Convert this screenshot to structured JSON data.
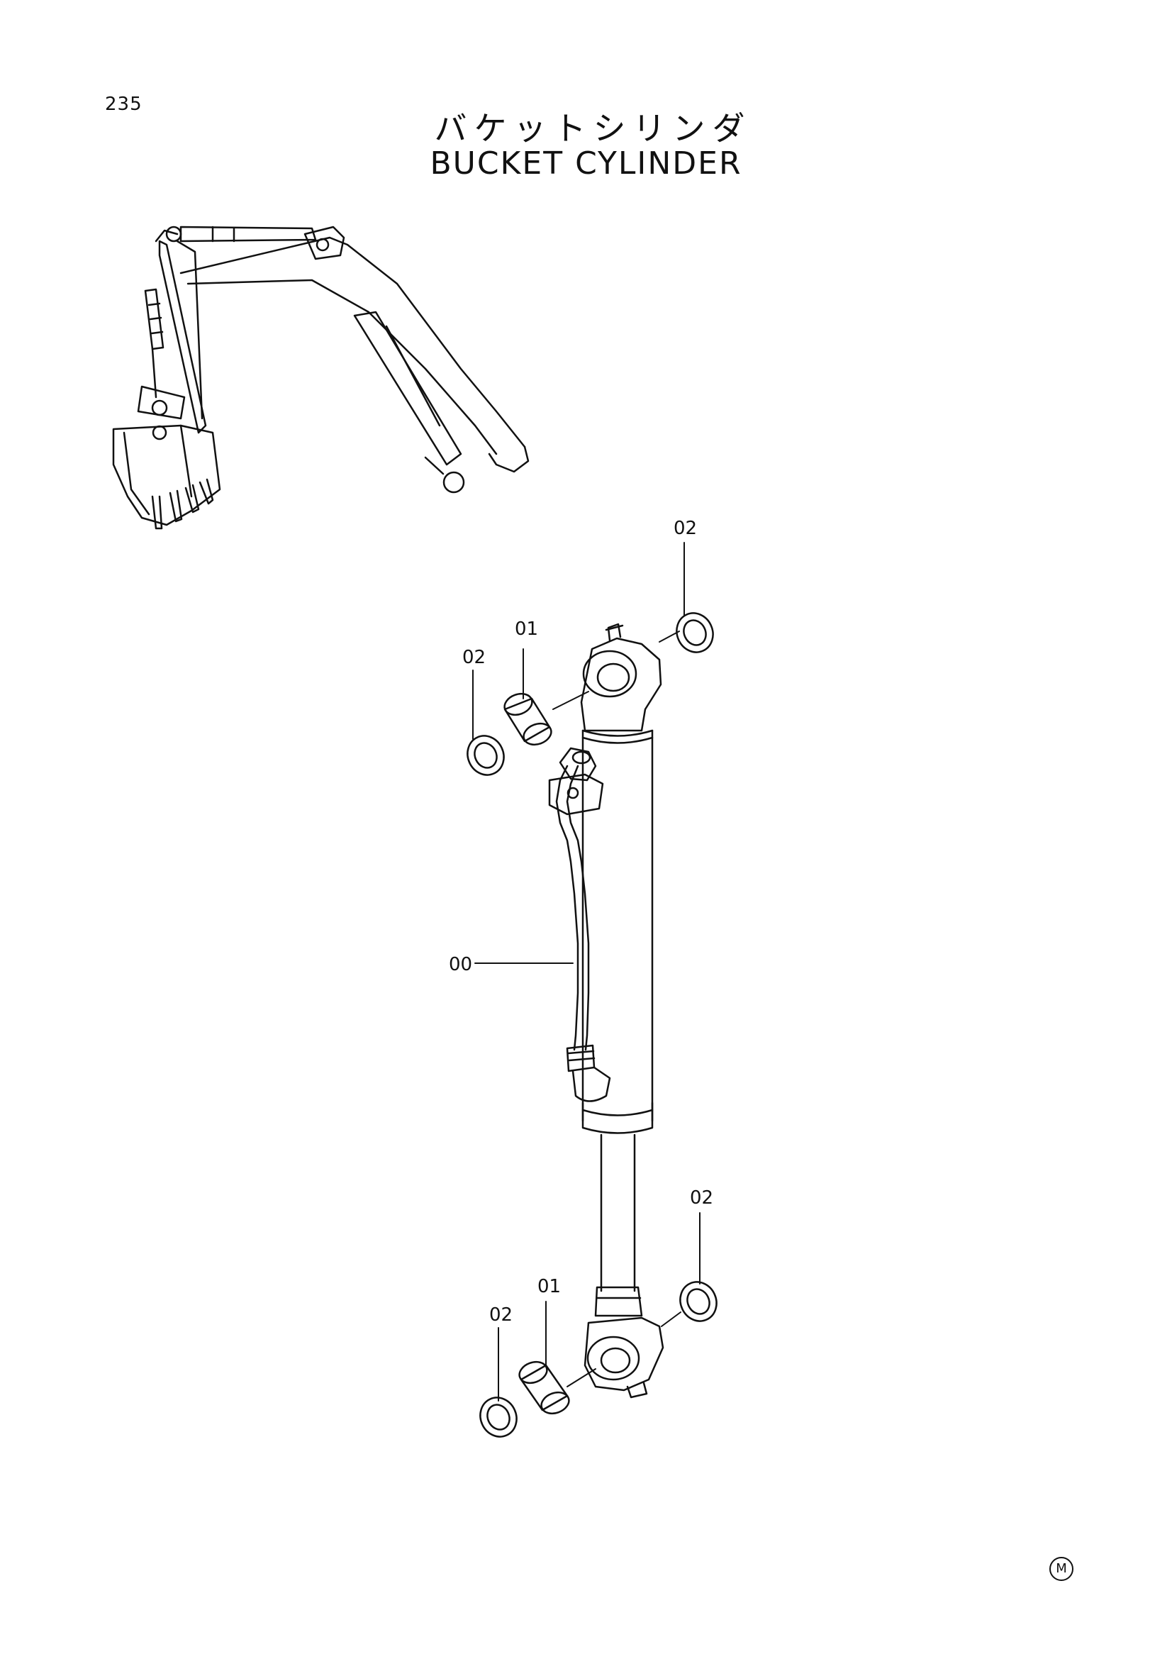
{
  "page_number": "235",
  "title_jp": "バケットシリンダ",
  "title_en": "BUCKET CYLINDER",
  "callouts": {
    "hose": "00",
    "top_bushing": "01",
    "top_seal_left": "02",
    "top_seal_right": "02",
    "bottom_bushing": "01",
    "bottom_seal_left": "02",
    "bottom_seal_right": "02"
  },
  "mark": "M"
}
